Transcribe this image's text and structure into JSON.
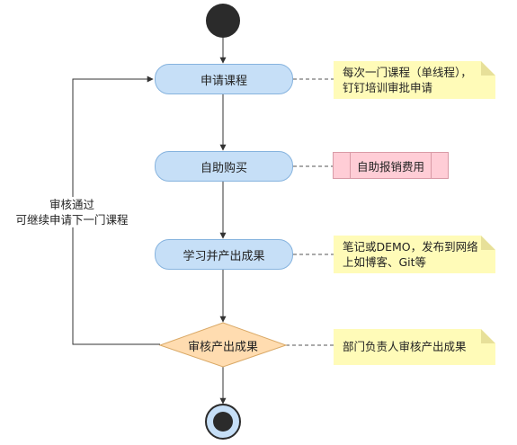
{
  "nodes": {
    "apply": {
      "label": "申请课程"
    },
    "buy": {
      "label": "自助购买"
    },
    "learn": {
      "label": "学习并产出成果"
    },
    "review": {
      "label": "审核产出成果"
    }
  },
  "notes": {
    "apply": {
      "lines": [
        "每次一门课程（单线程），",
        "钉钉培训审批申请"
      ]
    },
    "buy": {
      "label": "自助报销费用"
    },
    "learn": {
      "lines": [
        "笔记或DEMO，发布到网络",
        "上如博客、Git等"
      ]
    },
    "review": {
      "label": "部门负责人审核产出成果"
    }
  },
  "loop": {
    "lines": [
      "审核通过",
      "可继续申请下一门课程"
    ]
  },
  "colors": {
    "activity_fill": "#c6dff7",
    "decision_fill": "#ffdcb0",
    "note_fill": "#fffbb8",
    "reimburse_fill": "#ffcdd6",
    "final_fill": "#c6dff7"
  }
}
